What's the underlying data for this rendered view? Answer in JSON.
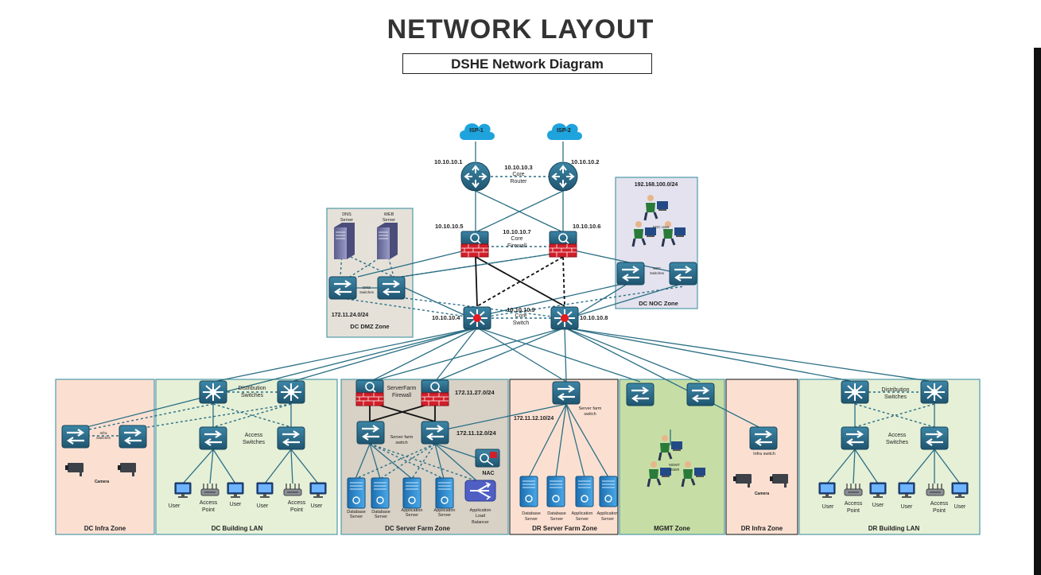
{
  "title": "NETWORK LAYOUT",
  "subtitle": "DSHE Network Diagram",
  "isp": {
    "isp1": "ISP-1",
    "isp2": "ISP-2"
  },
  "core_router": {
    "left_ip": "10.10.10.1",
    "right_ip": "10.10.10.2",
    "vip": "10.10.10.3",
    "label1": "Core",
    "label2": "Router"
  },
  "core_firewall": {
    "left_ip": "10.10.10.5",
    "right_ip": "10.10.10.6",
    "vip": "10.10.10.7",
    "label1": "Core",
    "label2": "Firewall"
  },
  "core_switch": {
    "left_ip": "10.10.10.4",
    "right_ip": "10.10.10.8",
    "vip": "10.10.10.9",
    "label1": "Core",
    "label2": "Switch"
  },
  "dmz": {
    "dns1": "DNS",
    "dns2": "Server",
    "web1": "WEB",
    "web2": "Server",
    "sw1": "DMZ",
    "sw2": "Switches",
    "subnet": "172.11.24.0/24",
    "zone": "DC DMZ Zone"
  },
  "noc": {
    "subnet": "192.168.100.0/24",
    "user": "NOC User",
    "sw1": "NOC",
    "sw2": "Switches",
    "zone": "DC NOC Zone"
  },
  "dc_infra": {
    "sw1": "Infra",
    "sw2": "Switches",
    "camera": "Camera",
    "zone": "DC Infra Zone"
  },
  "dc_building": {
    "dist1": "Distribution",
    "dist2": "Switches",
    "acc1": "Access",
    "acc2": "Switches",
    "user": "User",
    "ap1": "Access",
    "ap2": "Point",
    "zone": "DC Building LAN"
  },
  "dc_serverfarm": {
    "fw1": "ServerFarm",
    "fw2": "Firewall",
    "subnet_top": "172.11.27.0/24",
    "subnet_mid": "172.11.12.0/24",
    "sw1": "Server farm",
    "sw2": "switch",
    "nac": "NAC",
    "db1": "Database",
    "db2": "Server",
    "app1": "Application",
    "app2": "Server",
    "lb1": "Application",
    "lb2": "Load",
    "lb3": "Balancer",
    "zone": "DC Server Farm Zone"
  },
  "dr_serverfarm": {
    "sw1": "Server farm",
    "sw2": "switch",
    "subnet": "172.11.12.10/24",
    "db1": "Database",
    "db2": "Server",
    "app1": "Application",
    "app2": "Server",
    "zone": "DR Server Farm Zone"
  },
  "mgmt": {
    "user1": "MGMT",
    "user2": "USER",
    "zone": "MGMT Zone"
  },
  "dr_infra": {
    "sw": "Infra switch",
    "camera": "Camera",
    "zone": "DR Infra Zone"
  },
  "dr_building": {
    "dist1": "Distribution",
    "dist2": "Switches",
    "acc1": "Access",
    "acc2": "Switches",
    "user": "User",
    "ap1": "Access",
    "ap2": "Point",
    "zone": "DR Building LAN"
  },
  "colors": {
    "switch": "#2f6f8c",
    "switch_dark": "#1f4f66",
    "firewall": "#d21f2a",
    "link": "#2b6f85",
    "cloud": "#1fa3dd",
    "server": "#2f8fd0",
    "dmz_bg": "#e5e1d9",
    "noc_bg": "#e3e2ee",
    "infra_bg": "#fbe0d2",
    "lan_bg": "#e6f0d7",
    "farm_bg": "#d7d1c6",
    "mgmt_bg": "#c6dea6"
  }
}
